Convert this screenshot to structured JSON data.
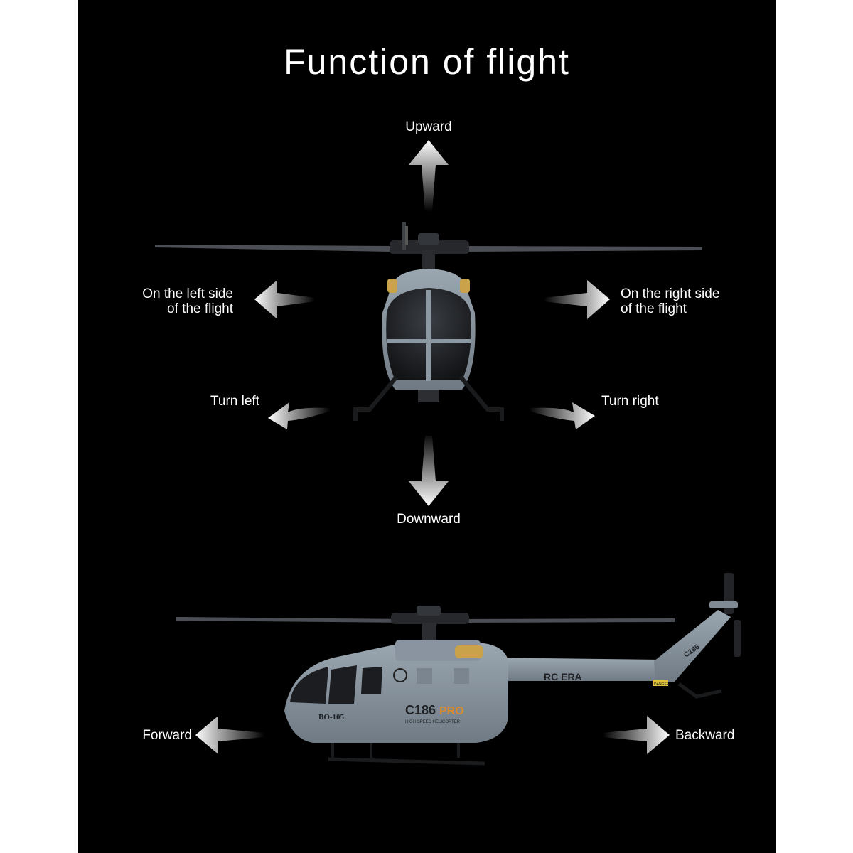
{
  "title": "Function of flight",
  "labels": {
    "upward": "Upward",
    "left_side_line1": "On the left side",
    "left_side_line2": "of the flight",
    "right_side_line1": "On the right side",
    "right_side_line2": "of the flight",
    "turn_left": "Turn left",
    "turn_right": "Turn right",
    "downward": "Downward",
    "forward": "Forward",
    "backward": "Backward"
  },
  "helicopter_side": {
    "tail_text": "RC ERA",
    "model_text": "C186",
    "model_suffix": "PRO",
    "model_subtitle": "HIGH SPEED HELICOPTER",
    "registration": "BO-105",
    "fin_text": "C186",
    "warning_text": "DANGER"
  },
  "colors": {
    "background": "#000000",
    "fuselage": "#8c98a2",
    "canopy": "#1b1d20",
    "accent_gold": "#c9a24a",
    "pro_orange": "#d98a2b"
  }
}
